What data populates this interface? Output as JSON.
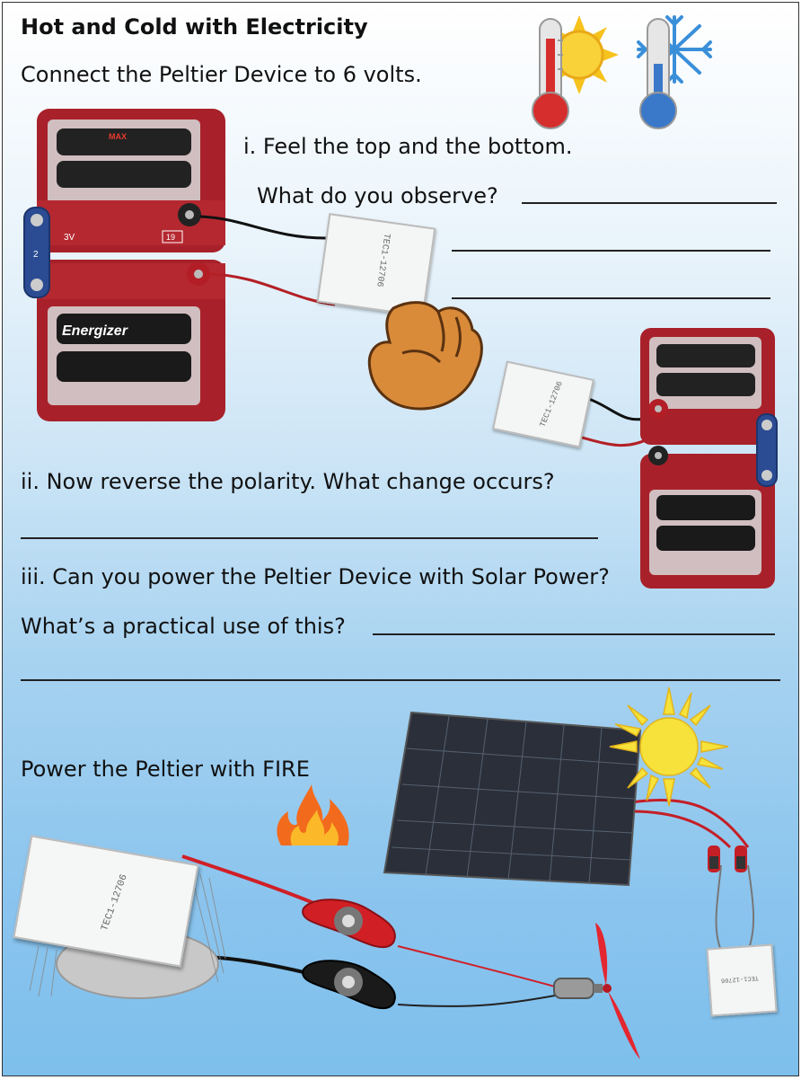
{
  "title": "Hot and Cold with Electricity",
  "intro": "Connect the Peltier Device to 6 volts.",
  "q1": {
    "line1": "i. Feel the top and the bottom.",
    "line2": "What do you observe?"
  },
  "q2": "ii. Now reverse the polarity. What change occurs?",
  "q3": {
    "line1": "iii. Can you power the Peltier Device with Solar Power?",
    "line2": "What’s a practical use of this?"
  },
  "fire": "Power the Peltier with FIRE",
  "peltier_label": "TEC1-12706",
  "battery": {
    "brand": "Energizer",
    "max_label": "MAX",
    "voltage": "3V",
    "snap_number": "2",
    "code": "19"
  }
}
